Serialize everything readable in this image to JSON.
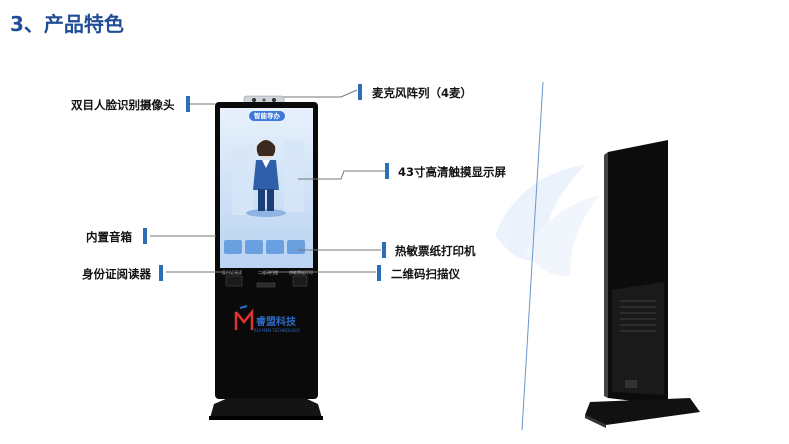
{
  "page": {
    "title": "3、产品特色"
  },
  "kiosk": {
    "screen_banner": "智能导办",
    "brand_name_cn": "睿盟科技",
    "brand_name_en": "RUI MEN TECHNOLOGY",
    "bottom_left_label": "身份证阅读",
    "bottom_mid_label": "二维码扫描",
    "bottom_right_label": "热敏票据打印"
  },
  "features": {
    "camera": "双目人脸识别摄像头",
    "mic": "麦克风阵列（4麦）",
    "screen": "43寸高清触摸显示屏",
    "speaker": "内置音箱",
    "printer": "热敏票纸打印机",
    "id_reader": "身份证阅读器",
    "qr_scanner": "二维码扫描仪"
  },
  "colors": {
    "title": "#1f4e96",
    "marker": "#2d6fb5",
    "screen": "#cfe2f8",
    "body": "#0a0a0a"
  }
}
